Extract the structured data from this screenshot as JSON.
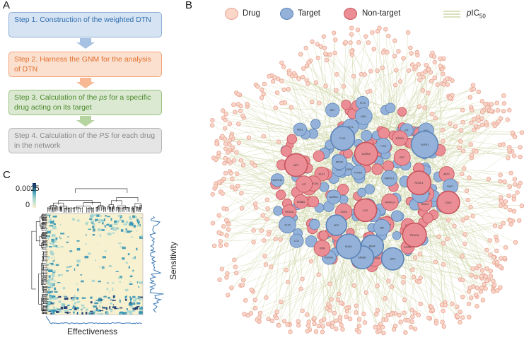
{
  "panels": {
    "a": "A",
    "b": "B",
    "c": "C"
  },
  "steps": [
    {
      "text": "Step 1. Construction of the weighted DTN",
      "fill": "#d6e3f2",
      "border": "#8eafd4",
      "color": "#2e6fb0"
    },
    {
      "text": "Step 2. Harness the GNM for the analysis of DTN",
      "fill": "#fbe0cf",
      "border": "#f2a27a",
      "color": "#e0702e"
    },
    {
      "text_parts": [
        "Step 3. Calculation of the ",
        "ps",
        " for a specific drug acting on its target"
      ],
      "fill": "#dbe9d2",
      "border": "#98c17e",
      "color": "#4d8a2e"
    },
    {
      "text_parts": [
        "Step 4. Calculation of the ",
        "PS",
        " for each drug in the network"
      ],
      "fill": "#e5e5e5",
      "border": "#b7b7b7",
      "color": "#8a8a8a"
    }
  ],
  "arrow_colors": [
    "#a7c1e2",
    "#f6b994",
    "#b5d49f"
  ],
  "legend": {
    "drug": "Drug",
    "target": "Target",
    "non_target": "Non-target",
    "pic50_prefix": "p",
    "pic50_main": "IC",
    "pic50_sub": "50"
  },
  "colors": {
    "drug_fill": "#f9d6c8",
    "drug_stroke": "#e8a394",
    "target_fill": "#94b2d9",
    "target_stroke": "#5b82b5",
    "nontarget_fill": "#ea8d94",
    "nontarget_stroke": "#c6535c",
    "edge": "#cfd7a9",
    "heat_bg": "#f7f1cf",
    "heat_light": "#9fd4d1",
    "heat_mid": "#2d8fb3",
    "heat_dark": "#0d2b68",
    "trace": "#3a78b5"
  },
  "target_labels": [
    "PDGFRA",
    "MAPK14",
    "KIT",
    "FLT3",
    "ABL1",
    "EGFR",
    "SRC",
    "JAK2",
    "BRAF",
    "CDK2",
    "LCK",
    "MET",
    "AURKA",
    "ERBB2",
    "PIK3CA",
    "ROCK1",
    "PLK1",
    "IRAK4",
    "FGFR1",
    "SYK",
    "BTK",
    "CHEK1",
    "GSK3B",
    "MTOR",
    "AKT1",
    "RAF1",
    "JAK1",
    "TYK2",
    "NTRK1",
    "CSNK2A1",
    "CLK1",
    "DYRK1A",
    "MAP2K1",
    "PRKCA",
    "PIM1",
    "FLT1",
    "KDR",
    "TEK",
    "RET",
    "CDK9"
  ],
  "heatmap": {
    "colorbar_max": "0.0025",
    "colorbar_min": "0",
    "xlabel": "Effectiveness",
    "ylabel": "Sensitivity"
  }
}
